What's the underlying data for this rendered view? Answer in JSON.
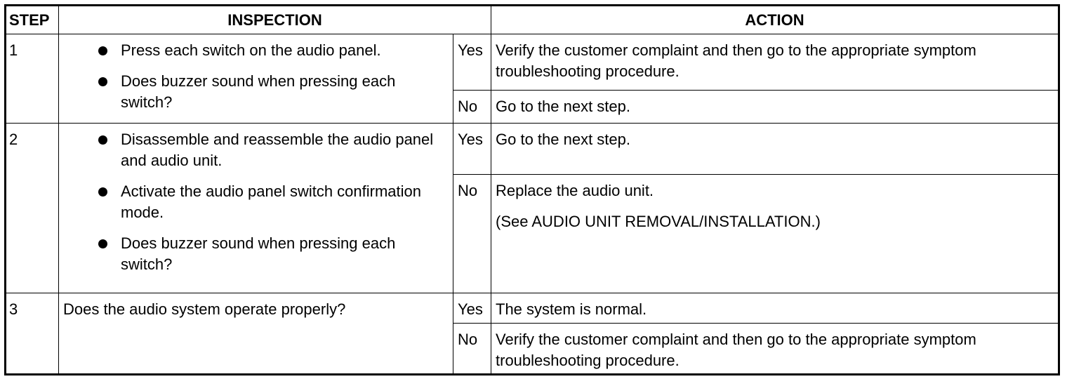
{
  "headers": {
    "step": "STEP",
    "inspection": "INSPECTION",
    "action": "ACTION"
  },
  "rows": [
    {
      "step": "1",
      "inspection": [
        "Press each switch on the audio panel.",
        "Does buzzer sound when pressing each switch?"
      ],
      "yes_label": "Yes",
      "yes_action": [
        "Verify the customer complaint and then go to the appropriate symptom troubleshooting procedure."
      ],
      "no_label": "No",
      "no_action": [
        "Go to the next step."
      ]
    },
    {
      "step": "2",
      "inspection": [
        "Disassemble and reassemble the audio panel and audio unit.",
        "Activate the audio panel switch confirmation mode.",
        "Does buzzer sound when pressing each switch?"
      ],
      "yes_label": "Yes",
      "yes_action": [
        "Go to the next step."
      ],
      "no_label": "No",
      "no_action": [
        "Replace the audio unit.",
        "(See AUDIO UNIT REMOVAL/INSTALLATION.)"
      ]
    },
    {
      "step": "3",
      "inspection_text": "Does the audio system operate properly?",
      "yes_label": "Yes",
      "yes_action": [
        "The system is normal."
      ],
      "no_label": "No",
      "no_action": [
        "Verify the customer complaint and then go to the appropriate symptom troubleshooting procedure."
      ]
    }
  ]
}
